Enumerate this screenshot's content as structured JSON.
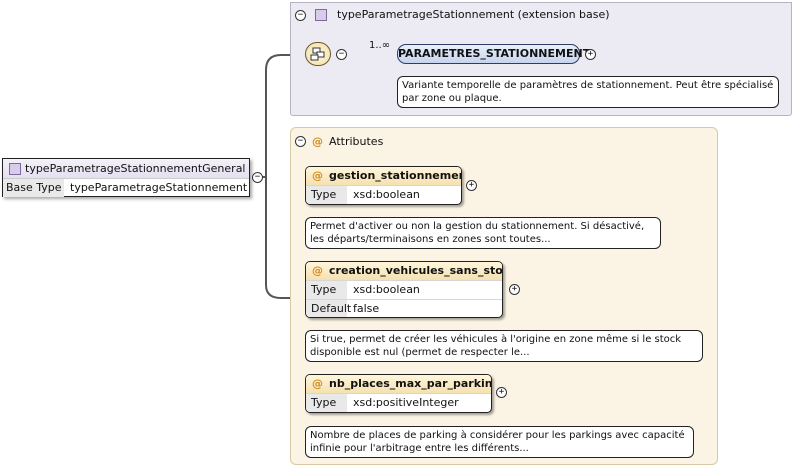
{
  "root": {
    "name": "typeParametrageStationnementGeneral",
    "base_type_label": "Base Type",
    "base_type_value": "typeParametrageStationnement"
  },
  "extension": {
    "title": "typeParametrageStationnement (extension base)",
    "cardinality": "1..∞",
    "element_name": "PARAMETRES_STATIONNEMENT",
    "element_doc": "Variante temporelle de paramètres de stationnement. Peut être spécialisé par zone ou plaque."
  },
  "attributes": {
    "title": "Attributes",
    "at_symbol": "@",
    "items": [
      {
        "name": "gestion_stationnement",
        "rows": [
          {
            "key": "Type",
            "value": "xsd:boolean"
          }
        ],
        "doc": "Permet d'activer ou non la gestion du stationnement. Si désactivé, les départs/terminaisons en zones sont toutes..."
      },
      {
        "name": "creation_vehicules_sans_stock",
        "rows": [
          {
            "key": "Type",
            "value": "xsd:boolean"
          },
          {
            "key": "Default",
            "value": "false"
          }
        ],
        "doc": "Si true, permet de créer les véhicules à l'origine en zone même si le stock disponible est nul (permet de respecter le..."
      },
      {
        "name": "nb_places_max_par_parking",
        "rows": [
          {
            "key": "Type",
            "value": "xsd:positiveInteger"
          }
        ],
        "doc": "Nombre de places de parking à considérer pour les parkings avec capacité infinie pour l'arbitrage entre les différents..."
      }
    ]
  },
  "toggles": {
    "collapse": "−",
    "expand": "+"
  },
  "colors": {
    "connector": "#555555",
    "accent_at": "#d98a1b"
  }
}
